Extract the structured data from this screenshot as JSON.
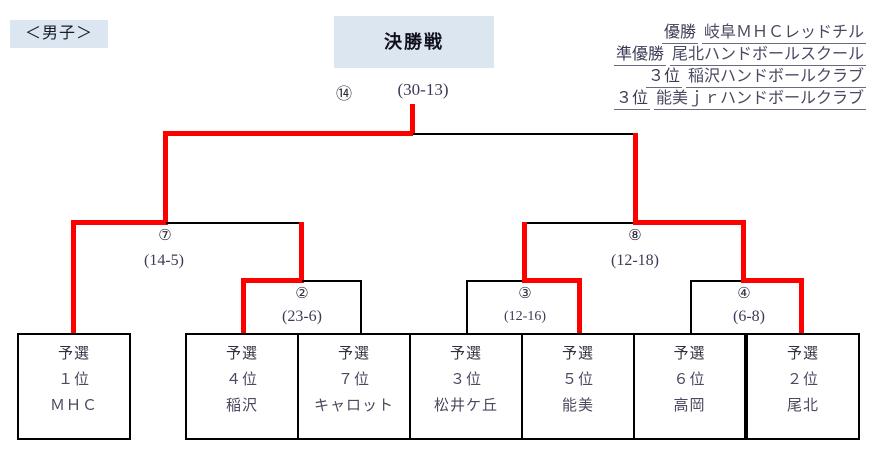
{
  "category": {
    "label": "＜男子＞"
  },
  "final": {
    "title": "決勝戦",
    "number": "⑭",
    "score": "(30-13)"
  },
  "results": {
    "rows": [
      {
        "rank": "優勝",
        "team": "岐阜ＭＨＣレッドチル"
      },
      {
        "rank": "準優勝",
        "team": "尾北ハンドボールスクール"
      },
      {
        "rank": "３位",
        "team": "稲沢ハンドボールクラブ"
      },
      {
        "rank": "３位",
        "team": "能美ｊｒハンドボールクラブ"
      }
    ]
  },
  "matches": [
    {
      "id": "m7",
      "number": "⑦",
      "score": "(14-5)"
    },
    {
      "id": "m2",
      "number": "②",
      "score": "(23-6)"
    },
    {
      "id": "m8",
      "number": "⑧",
      "score": "(12-18)"
    },
    {
      "id": "m3",
      "number": "③",
      "score": "(12-16)"
    },
    {
      "id": "m4",
      "number": "④",
      "score": "(6-8)"
    }
  ],
  "teams": [
    {
      "stage": "予選",
      "rank": "１位",
      "name": "ＭＨＣ"
    },
    {
      "stage": "予選",
      "rank": "４位",
      "name": "稲沢"
    },
    {
      "stage": "予選",
      "rank": "７位",
      "name": "キャロット"
    },
    {
      "stage": "予選",
      "rank": "３位",
      "name": "松井ケ丘"
    },
    {
      "stage": "予選",
      "rank": "５位",
      "name": "能美"
    },
    {
      "stage": "予選",
      "rank": "６位",
      "name": "高岡"
    },
    {
      "stage": "予選",
      "rank": "２位",
      "name": "尾北"
    }
  ],
  "colors": {
    "winner_path": "#fe0000",
    "bracket_line": "#000000",
    "header_fill": "#dce6f1"
  }
}
